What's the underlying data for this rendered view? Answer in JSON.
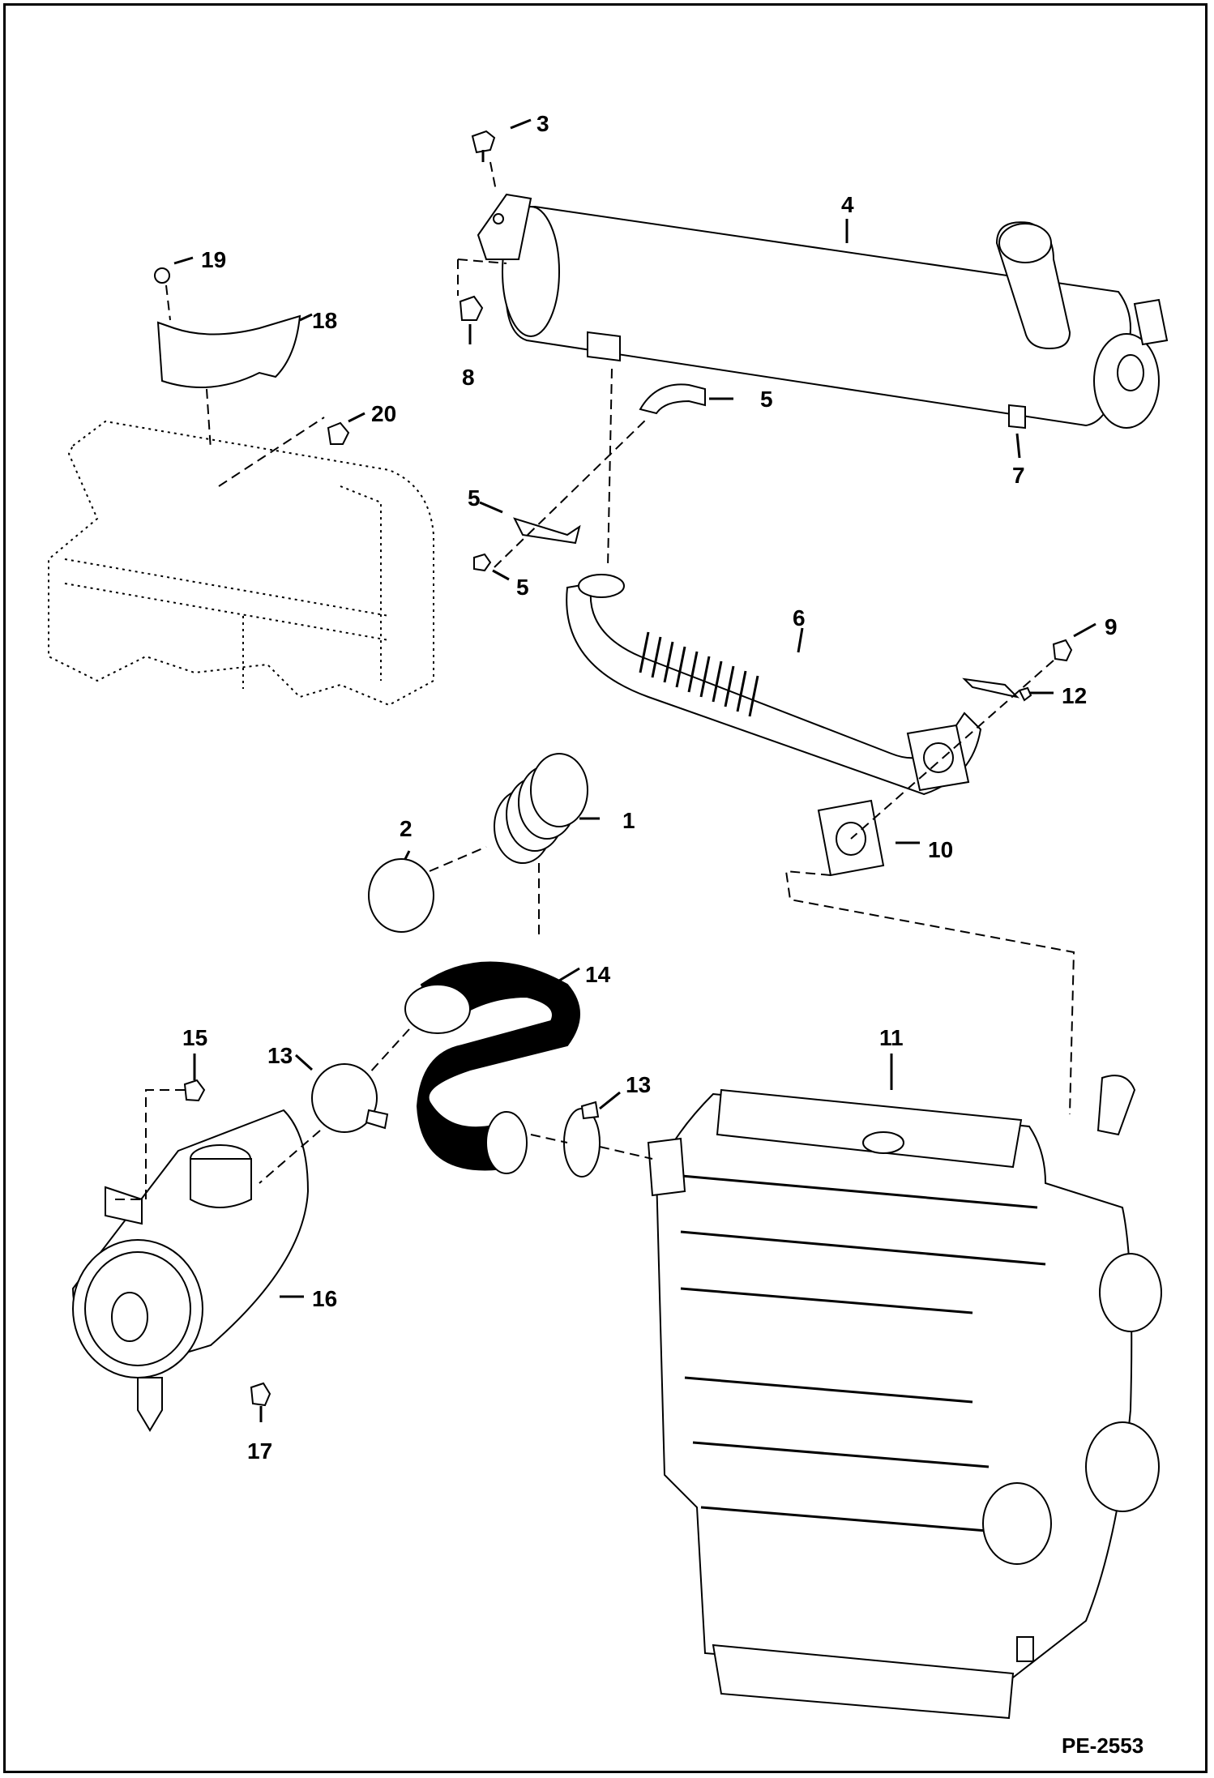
{
  "diagram": {
    "reference_code": "PE-2553",
    "callouts": [
      "1",
      "2",
      "3",
      "4",
      "5",
      "6",
      "7",
      "8",
      "9",
      "10",
      "11",
      "12",
      "13",
      "14",
      "15",
      "16",
      "17",
      "18",
      "19",
      "20"
    ]
  }
}
